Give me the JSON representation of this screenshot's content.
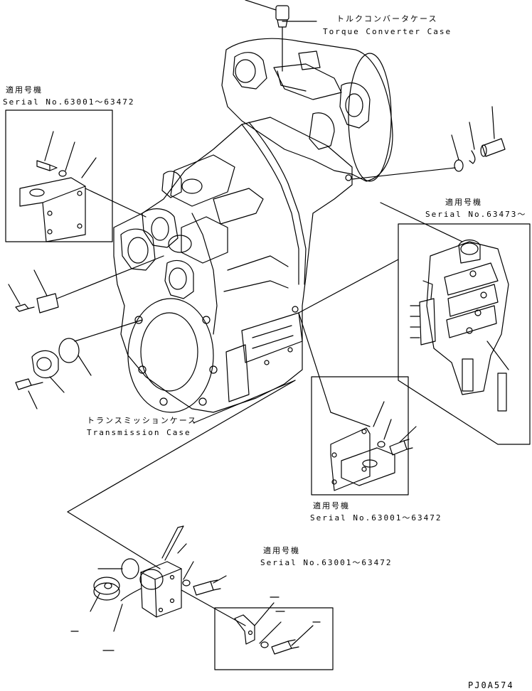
{
  "labels": {
    "torque_converter_case_jp": "トルクコンバータケース",
    "torque_converter_case_en": "Torque Converter Case",
    "transmission_case_jp": "トランスミッションケース",
    "transmission_case_en": "Transmission Case",
    "applicable_model": "適用号機",
    "serial_range_a": "Serial No.63001～63472",
    "serial_range_b": "Serial No.63473～",
    "drawing_code": "PJ0A574"
  }
}
